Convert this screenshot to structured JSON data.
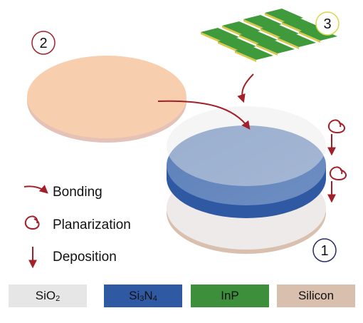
{
  "labels": {
    "step1": "1",
    "step2": "2",
    "step3": "3"
  },
  "key": {
    "bonding": "Bonding",
    "planarization": "Planarization",
    "deposition": "Deposition"
  },
  "materials": {
    "sio2": {
      "base": "SiO",
      "sub": "2",
      "color": "#e6e6e6"
    },
    "si3n4": {
      "p1": "Si",
      "s1": "3",
      "p2": "N",
      "s2": "4",
      "color": "#2f5aa3"
    },
    "inp": {
      "label": "InP",
      "color": "#3d8f3b"
    },
    "silicon": {
      "label": "Silicon",
      "color": "#d8bfae"
    }
  },
  "colors": {
    "arrow": "#a3202a",
    "wafer_top": "#f8cfae",
    "wafer_edge": "#e4c2b8",
    "circle_2": "#a3202a",
    "circle_3": "#d7d84a",
    "circle_1": "#2a2a6a",
    "chip_top": "#3f9a3c",
    "chip_edge": "#d8c84a"
  }
}
